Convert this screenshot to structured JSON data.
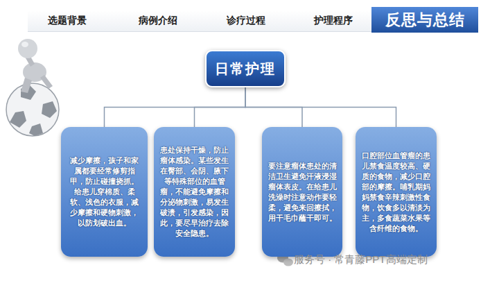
{
  "diagram": {
    "nodes": [
      {
        "text": [
          "反思与总结"
        ]
      },
      {
        "text": [
          "日常护理"
        ]
      },
      {
        "text": [
          "减少摩擦，孩子和家属都要经常修剪指甲，防止碰撞挠抓。给患儿穿棉质、柔软、浅色的衣服，减少摩擦和硬物刺激，以防划破出血。"
        ]
      },
      {
        "text": [
          "患处保持干燥，防止瘤体感染。某些发生在臀部、会阴、腋下等特殊部位的血管瘤，不能避免摩擦和分泌物刺激，易发生破溃，引发感染，因此，要尽早治疗去除安全隐患。"
        ]
      },
      {
        "text": [
          "要注意瘤体患处的清洁卫生避免汗液浸湿瘤体表皮。在给患儿洗澡时注意动作要轻柔，避免来回擦拭，用干毛巾蘸干即可。"
        ]
      },
      {
        "text": [
          "口腔部位血管瘤的患儿禁食温度较高、硬质的食物，减少口腔部的摩擦。哺乳期妈妈禁食辛辣刺激性食物，饮食多以清淡为主，多食蔬菜水果等含纤维的食物。"
        ]
      }
    ],
    "edges": [
      {
        "from": 1,
        "to": 2,
        "arrow": "none"
      },
      {
        "from": 1,
        "to": 3,
        "arrow": "none"
      },
      {
        "from": 1,
        "to": 4,
        "arrow": "none"
      },
      {
        "from": 1,
        "to": 5,
        "arrow": "none"
      }
    ],
    "labels": [
      "选题背景",
      "病例介绍",
      "诊疗过程",
      "护理程序",
      "服务号 · 常青藤PPT高端定制"
    ]
  }
}
